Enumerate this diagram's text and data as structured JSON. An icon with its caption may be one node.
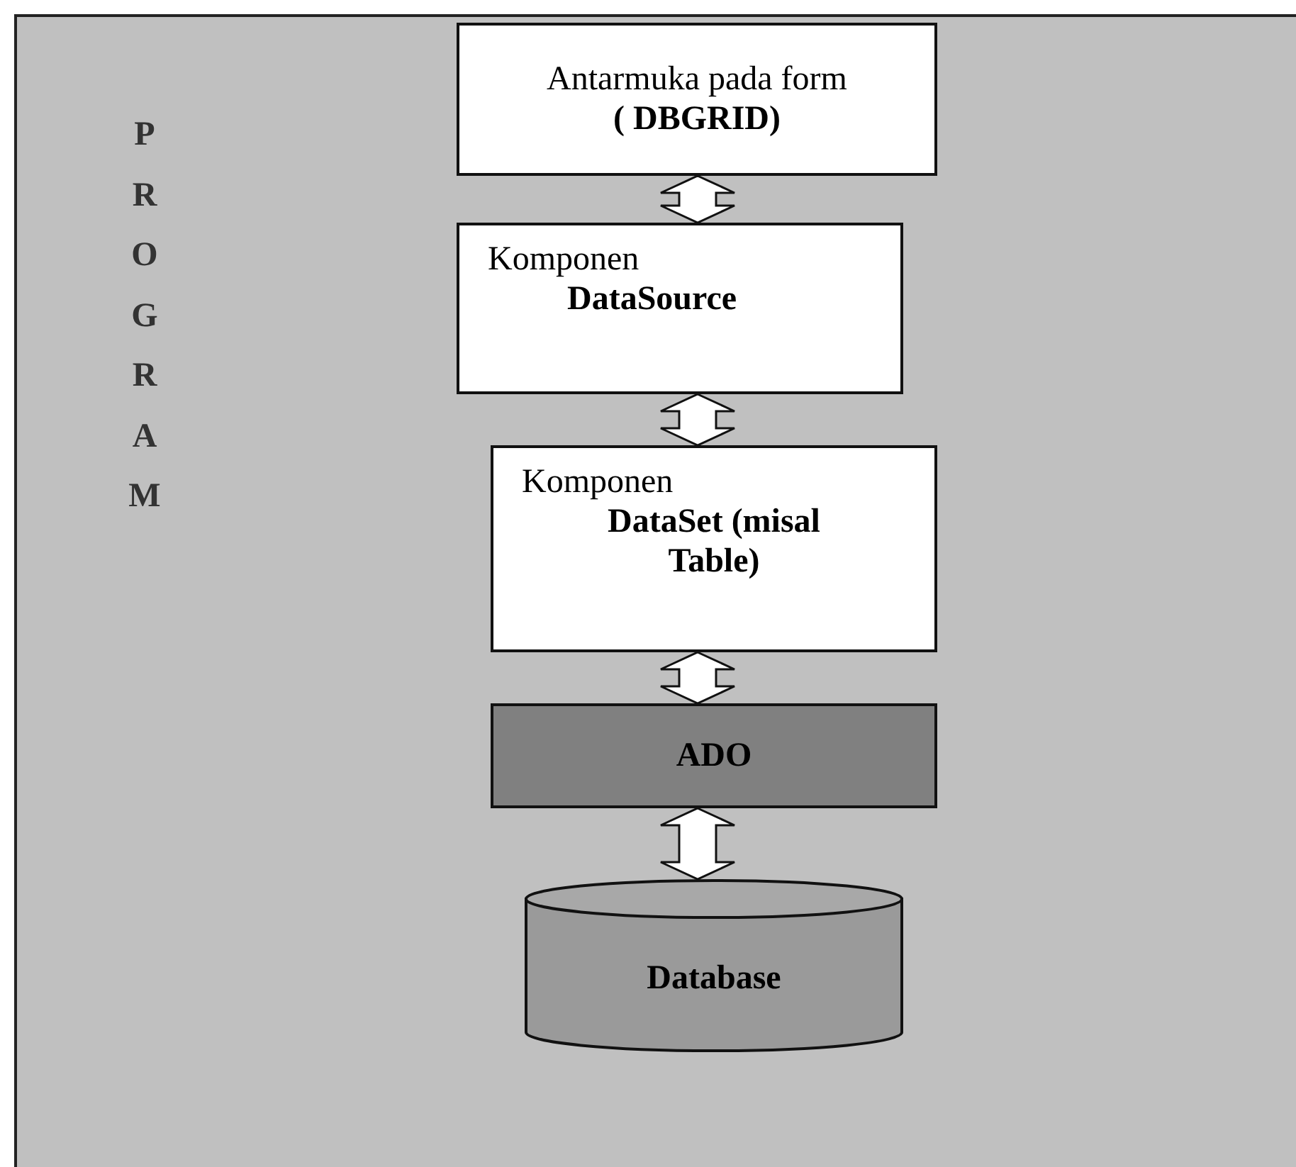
{
  "diagram": {
    "nodes": [
      {
        "text": [
          "PROGRAM"
        ]
      },
      {
        "text": [
          "Antarmuka pada form",
          "( DBGRID)"
        ],
        "in": 0
      },
      {
        "text": [
          "Komponen",
          "DataSource"
        ],
        "in": 0
      },
      {
        "text": [
          "Komponen",
          "DataSet (misal Table)"
        ],
        "in": 0
      },
      {
        "text": [
          "ADO"
        ],
        "in": 0
      },
      {
        "text": [
          "Database"
        ],
        "in": 0
      }
    ],
    "edges": [
      {
        "from": 1,
        "to": 2,
        "arrow": "both"
      },
      {
        "from": 2,
        "to": 3,
        "arrow": "both"
      },
      {
        "from": 3,
        "to": 4,
        "arrow": "both"
      },
      {
        "from": 4,
        "to": 5,
        "arrow": "both"
      }
    ]
  }
}
